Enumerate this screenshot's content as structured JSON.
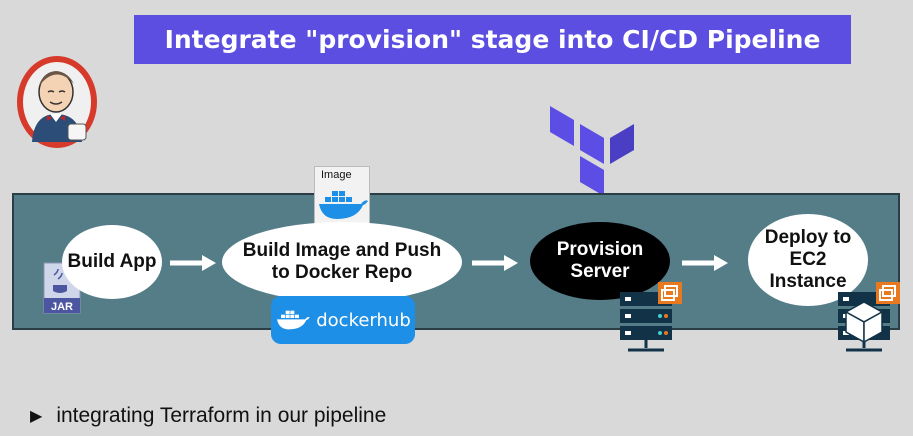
{
  "title": "Integrate \"provision\" stage into CI/CD Pipeline",
  "image_card_label": "Image",
  "dockerhub_label": "dockerhub",
  "jar_label": "JAR",
  "stages": [
    {
      "label": "Build App"
    },
    {
      "label": "Build Image and Push to Docker Repo"
    },
    {
      "label": "Provision Server"
    },
    {
      "label": "Deploy to EC2 Instance"
    }
  ],
  "bullet": "integrating Terraform in our pipeline",
  "colors": {
    "banner": "#5b4ee0",
    "band": "#557d88",
    "terraform": "#5c4ee5",
    "docker": "#1d8fe6",
    "aws_orange": "#e8791e"
  },
  "icons": [
    "jenkins-logo",
    "terraform-logo",
    "docker-whale-icon",
    "jar-file-icon",
    "server-icon",
    "ec2-cube-icon",
    "play-bullet-icon"
  ]
}
